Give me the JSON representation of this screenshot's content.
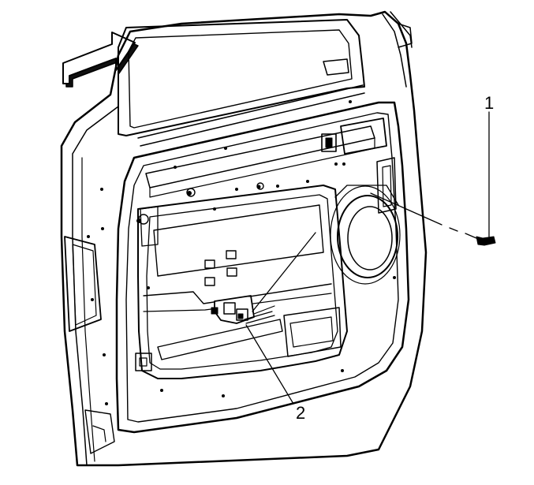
{
  "diagram": {
    "colors": {
      "stroke": "#000000",
      "fill": "#ffffff",
      "arrow_shadow": "#111111"
    },
    "callouts": [
      {
        "id": "1",
        "label": "1"
      },
      {
        "id": "2",
        "label": "2"
      }
    ],
    "icons": {
      "direction_arrow": "front-direction-arrow-icon"
    }
  }
}
